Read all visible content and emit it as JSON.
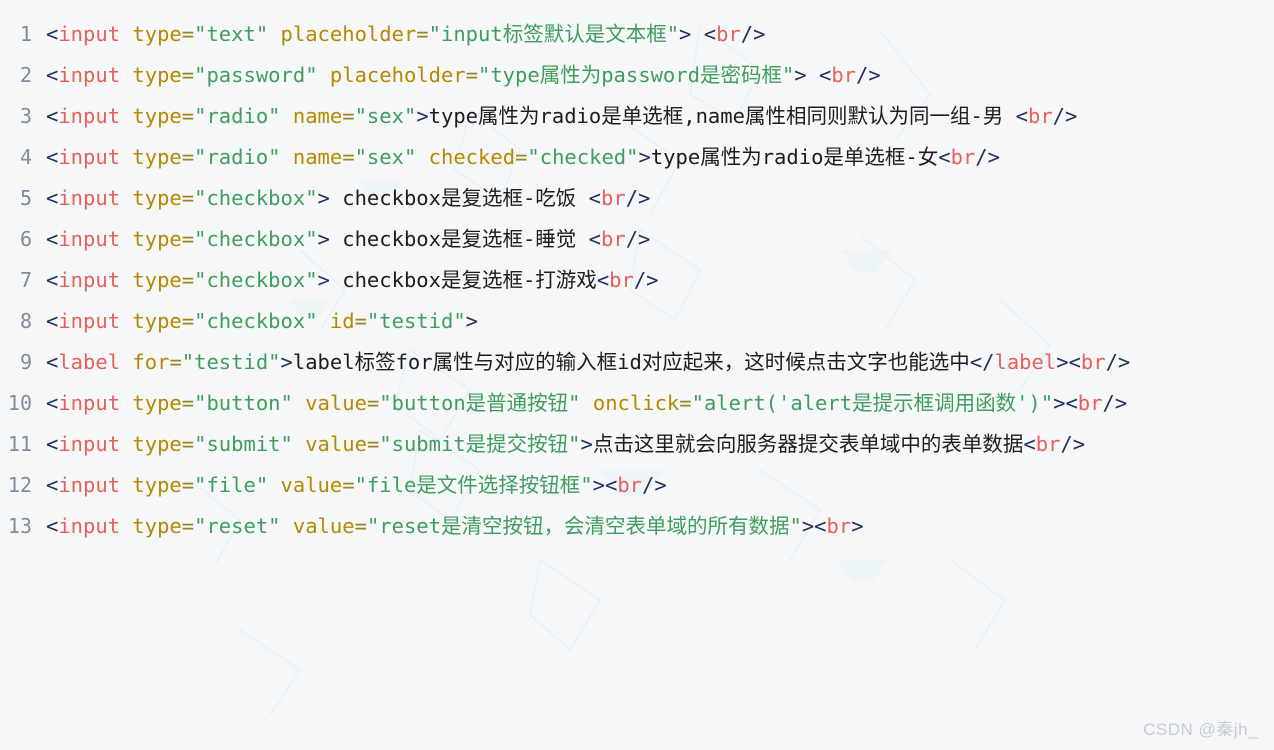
{
  "editor": {
    "background_color": "#f6f7f8",
    "line_number_color": "#7f8c9b",
    "token_colors": {
      "punctuation": "#22305a",
      "tag": "#e8605a",
      "attribute": "#b58900",
      "equals": "#96861f",
      "string": "#3f9e5d",
      "plain_text": "#1d1d1f"
    },
    "language": "html"
  },
  "watermark": {
    "text": "CSDN @秦jh_"
  },
  "code": {
    "lines": [
      {
        "number": "1",
        "tokens": [
          {
            "c": "punct",
            "t": "<"
          },
          {
            "c": "tag",
            "t": "input"
          },
          {
            "c": "attr",
            "t": " type"
          },
          {
            "c": "eq",
            "t": "="
          },
          {
            "c": "str",
            "t": "\"text\""
          },
          {
            "c": "attr",
            "t": " placeholder"
          },
          {
            "c": "eq",
            "t": "="
          },
          {
            "c": "str",
            "t": "\"input标签默认是文本框\""
          },
          {
            "c": "punct",
            "t": "> <"
          },
          {
            "c": "tag",
            "t": "br"
          },
          {
            "c": "punct",
            "t": "/>"
          }
        ]
      },
      {
        "number": "2",
        "tokens": [
          {
            "c": "punct",
            "t": "<"
          },
          {
            "c": "tag",
            "t": "input"
          },
          {
            "c": "attr",
            "t": " type"
          },
          {
            "c": "eq",
            "t": "="
          },
          {
            "c": "str",
            "t": "\"password\""
          },
          {
            "c": "attr",
            "t": " placeholder"
          },
          {
            "c": "eq",
            "t": "="
          },
          {
            "c": "str",
            "t": "\"type属性为password是密码框\""
          },
          {
            "c": "punct",
            "t": "> <"
          },
          {
            "c": "tag",
            "t": "br"
          },
          {
            "c": "punct",
            "t": "/>"
          }
        ]
      },
      {
        "number": "3",
        "tokens": [
          {
            "c": "punct",
            "t": "<"
          },
          {
            "c": "tag",
            "t": "input"
          },
          {
            "c": "attr",
            "t": " type"
          },
          {
            "c": "eq",
            "t": "="
          },
          {
            "c": "str",
            "t": "\"radio\""
          },
          {
            "c": "attr",
            "t": " name"
          },
          {
            "c": "eq",
            "t": "="
          },
          {
            "c": "str",
            "t": "\"sex\""
          },
          {
            "c": "punct",
            "t": ">"
          },
          {
            "c": "text",
            "t": "type属性为radio是单选框,name属性相同则默认为同一组-男 "
          },
          {
            "c": "punct",
            "t": "<"
          },
          {
            "c": "tag",
            "t": "br"
          },
          {
            "c": "punct",
            "t": "/>"
          }
        ]
      },
      {
        "number": "4",
        "tokens": [
          {
            "c": "punct",
            "t": "<"
          },
          {
            "c": "tag",
            "t": "input"
          },
          {
            "c": "attr",
            "t": " type"
          },
          {
            "c": "eq",
            "t": "="
          },
          {
            "c": "str",
            "t": "\"radio\""
          },
          {
            "c": "attr",
            "t": " name"
          },
          {
            "c": "eq",
            "t": "="
          },
          {
            "c": "str",
            "t": "\"sex\""
          },
          {
            "c": "attr",
            "t": " checked"
          },
          {
            "c": "eq",
            "t": "="
          },
          {
            "c": "str",
            "t": "\"checked\""
          },
          {
            "c": "punct",
            "t": ">"
          },
          {
            "c": "text",
            "t": "type属性为radio是单选框-女"
          },
          {
            "c": "punct",
            "t": "<"
          },
          {
            "c": "tag",
            "t": "br"
          },
          {
            "c": "punct",
            "t": "/>"
          }
        ]
      },
      {
        "number": "5",
        "tokens": [
          {
            "c": "punct",
            "t": "<"
          },
          {
            "c": "tag",
            "t": "input"
          },
          {
            "c": "attr",
            "t": " type"
          },
          {
            "c": "eq",
            "t": "="
          },
          {
            "c": "str",
            "t": "\"checkbox\""
          },
          {
            "c": "punct",
            "t": ">"
          },
          {
            "c": "text",
            "t": " checkbox是复选框-吃饭 "
          },
          {
            "c": "punct",
            "t": "<"
          },
          {
            "c": "tag",
            "t": "br"
          },
          {
            "c": "punct",
            "t": "/>"
          }
        ]
      },
      {
        "number": "6",
        "tokens": [
          {
            "c": "punct",
            "t": "<"
          },
          {
            "c": "tag",
            "t": "input"
          },
          {
            "c": "attr",
            "t": " type"
          },
          {
            "c": "eq",
            "t": "="
          },
          {
            "c": "str",
            "t": "\"checkbox\""
          },
          {
            "c": "punct",
            "t": ">"
          },
          {
            "c": "text",
            "t": " checkbox是复选框-睡觉 "
          },
          {
            "c": "punct",
            "t": "<"
          },
          {
            "c": "tag",
            "t": "br"
          },
          {
            "c": "punct",
            "t": "/>"
          }
        ]
      },
      {
        "number": "7",
        "tokens": [
          {
            "c": "punct",
            "t": "<"
          },
          {
            "c": "tag",
            "t": "input"
          },
          {
            "c": "attr",
            "t": " type"
          },
          {
            "c": "eq",
            "t": "="
          },
          {
            "c": "str",
            "t": "\"checkbox\""
          },
          {
            "c": "punct",
            "t": ">"
          },
          {
            "c": "text",
            "t": " checkbox是复选框-打游戏"
          },
          {
            "c": "punct",
            "t": "<"
          },
          {
            "c": "tag",
            "t": "br"
          },
          {
            "c": "punct",
            "t": "/>"
          }
        ]
      },
      {
        "number": "8",
        "tokens": [
          {
            "c": "punct",
            "t": "<"
          },
          {
            "c": "tag",
            "t": "input"
          },
          {
            "c": "attr",
            "t": " type"
          },
          {
            "c": "eq",
            "t": "="
          },
          {
            "c": "str",
            "t": "\"checkbox\""
          },
          {
            "c": "attr",
            "t": " id"
          },
          {
            "c": "eq",
            "t": "="
          },
          {
            "c": "str",
            "t": "\"testid\""
          },
          {
            "c": "punct",
            "t": ">"
          }
        ]
      },
      {
        "number": "9",
        "tokens": [
          {
            "c": "punct",
            "t": "<"
          },
          {
            "c": "tag",
            "t": "label"
          },
          {
            "c": "attr",
            "t": " for"
          },
          {
            "c": "eq",
            "t": "="
          },
          {
            "c": "str",
            "t": "\"testid\""
          },
          {
            "c": "punct",
            "t": ">"
          },
          {
            "c": "text",
            "t": "label标签for属性与对应的输入框id对应起来，这时候点击文字也能选中"
          },
          {
            "c": "punct",
            "t": "</"
          },
          {
            "c": "tag",
            "t": "label"
          },
          {
            "c": "punct",
            "t": "><"
          },
          {
            "c": "tag",
            "t": "br"
          },
          {
            "c": "punct",
            "t": "/>"
          }
        ]
      },
      {
        "number": "10",
        "tokens": [
          {
            "c": "punct",
            "t": "<"
          },
          {
            "c": "tag",
            "t": "input"
          },
          {
            "c": "attr",
            "t": " type"
          },
          {
            "c": "eq",
            "t": "="
          },
          {
            "c": "str",
            "t": "\"button\""
          },
          {
            "c": "attr",
            "t": " value"
          },
          {
            "c": "eq",
            "t": "="
          },
          {
            "c": "str",
            "t": "\"button是普通按钮\""
          },
          {
            "c": "attr",
            "t": " onclick"
          },
          {
            "c": "eq",
            "t": "="
          },
          {
            "c": "str",
            "t": "\"alert('alert是提示框调用函数')\""
          },
          {
            "c": "punct",
            "t": "><"
          },
          {
            "c": "tag",
            "t": "br"
          },
          {
            "c": "punct",
            "t": "/>"
          }
        ]
      },
      {
        "number": "11",
        "tokens": [
          {
            "c": "punct",
            "t": "<"
          },
          {
            "c": "tag",
            "t": "input"
          },
          {
            "c": "attr",
            "t": " type"
          },
          {
            "c": "eq",
            "t": "="
          },
          {
            "c": "str",
            "t": "\"submit\""
          },
          {
            "c": "attr",
            "t": " value"
          },
          {
            "c": "eq",
            "t": "="
          },
          {
            "c": "str",
            "t": "\"submit是提交按钮\""
          },
          {
            "c": "punct",
            "t": ">"
          },
          {
            "c": "text",
            "t": "点击这里就会向服务器提交表单域中的表单数据"
          },
          {
            "c": "punct",
            "t": "<"
          },
          {
            "c": "tag",
            "t": "br"
          },
          {
            "c": "punct",
            "t": "/>"
          }
        ]
      },
      {
        "number": "12",
        "tokens": [
          {
            "c": "punct",
            "t": "<"
          },
          {
            "c": "tag",
            "t": "input"
          },
          {
            "c": "attr",
            "t": " type"
          },
          {
            "c": "eq",
            "t": "="
          },
          {
            "c": "str",
            "t": "\"file\""
          },
          {
            "c": "attr",
            "t": " value"
          },
          {
            "c": "eq",
            "t": "="
          },
          {
            "c": "str",
            "t": "\"file是文件选择按钮框\""
          },
          {
            "c": "punct",
            "t": "><"
          },
          {
            "c": "tag",
            "t": "br"
          },
          {
            "c": "punct",
            "t": "/>"
          }
        ]
      },
      {
        "number": "13",
        "tokens": [
          {
            "c": "punct",
            "t": "<"
          },
          {
            "c": "tag",
            "t": "input"
          },
          {
            "c": "attr",
            "t": " type"
          },
          {
            "c": "eq",
            "t": "="
          },
          {
            "c": "str",
            "t": "\"reset\""
          },
          {
            "c": "attr",
            "t": " value"
          },
          {
            "c": "eq",
            "t": "="
          },
          {
            "c": "str",
            "t": "\"reset是清空按钮，会清空表单域的所有数据\""
          },
          {
            "c": "punct",
            "t": "><"
          },
          {
            "c": "tag",
            "t": "br"
          },
          {
            "c": "punct",
            "t": ">"
          }
        ]
      }
    ]
  }
}
